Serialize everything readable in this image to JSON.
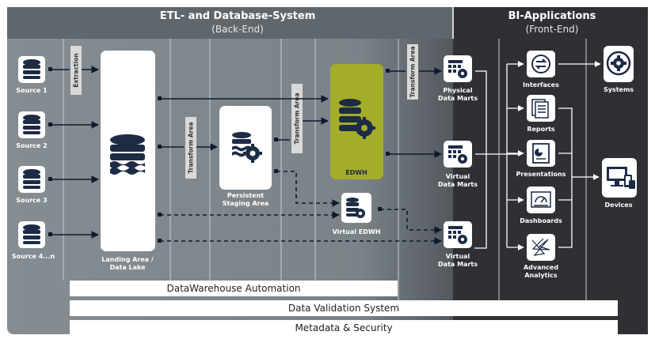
{
  "header": {
    "backend_title": "ETL- and Database-System",
    "backend_sub": "(Back-End)",
    "frontend_title": "BI-Applications",
    "frontend_sub": "(Front-End)"
  },
  "sources": [
    "Source 1",
    "Source 2",
    "Source 3",
    "Source 4...n"
  ],
  "tags": {
    "extraction": "Extraction",
    "transform1": "Transform Area",
    "transform2": "Transform Area",
    "transform3": "Transform Area"
  },
  "nodes": {
    "landing": "Landing Area /\nData Lake",
    "persistent": "Persistent\nStaging Area",
    "edwh": "EDWH",
    "virtual_edwh": "Virtual EDWH",
    "physical_marts": "Physical\nData Marts",
    "virtual_marts_1": "Virtual\nData Marts",
    "virtual_marts_2": "Virtual\nData Marts"
  },
  "apps": {
    "interfaces": "Interfaces",
    "reports": "Reports",
    "presentations": "Presentations",
    "dashboards": "Dashboards",
    "analytics": "Advanced\nAnalytics",
    "systems": "Systems",
    "devices": "Devices"
  },
  "bars": {
    "automation": "DataWarehouse Automation",
    "validation": "Data Validation System",
    "metadata": "Metadata & Security"
  },
  "colors": {
    "backend_bg": "#8a9196",
    "frontend_bg": "#2e3033",
    "edwh_accent": "#a4ad2a",
    "line": "#0f1a2e"
  }
}
